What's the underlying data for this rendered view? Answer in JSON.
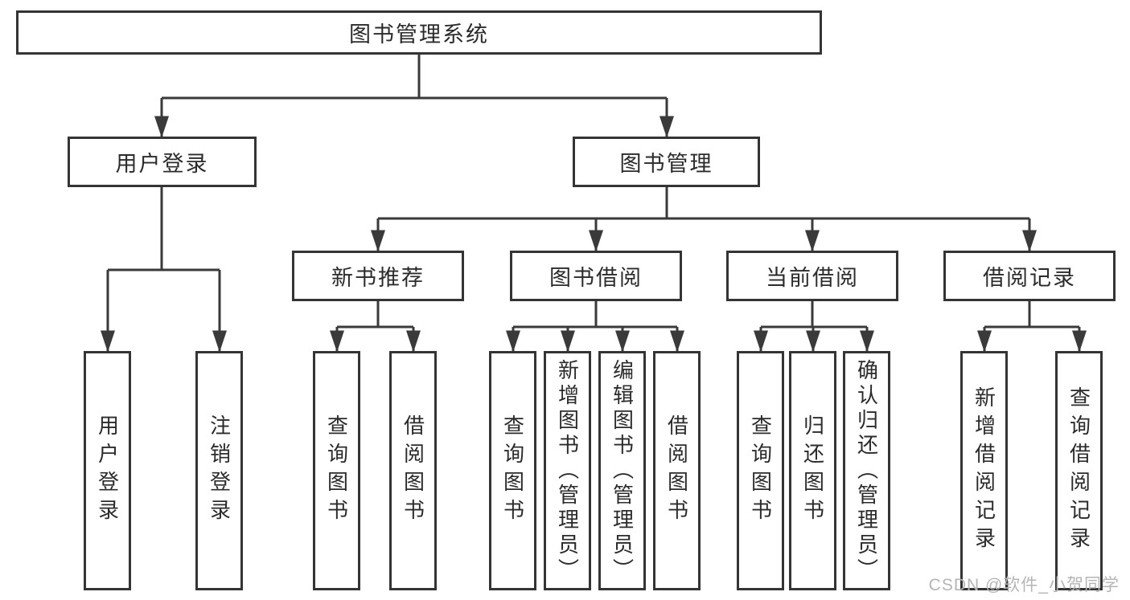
{
  "diagram": {
    "root": {
      "label": "图书管理系统"
    },
    "level2": [
      {
        "label": "用户登录"
      },
      {
        "label": "图书管理"
      }
    ],
    "level3": [
      {
        "label": "新书推荐"
      },
      {
        "label": "图书借阅"
      },
      {
        "label": "当前借阅"
      },
      {
        "label": "借阅记录"
      }
    ],
    "leaves": {
      "user": [
        {
          "label": "用户登录"
        },
        {
          "label": "注销登录"
        }
      ],
      "newbook": [
        {
          "label": "查询图书"
        },
        {
          "label": "借阅图书"
        }
      ],
      "borrow": [
        {
          "label": "查询图书"
        },
        {
          "label": "新增图书（管理员）"
        },
        {
          "label": "编辑图书（管理员）"
        },
        {
          "label": "借阅图书"
        }
      ],
      "current": [
        {
          "label": "查询图书"
        },
        {
          "label": "归还图书"
        },
        {
          "label": "确认归还（管理员）"
        }
      ],
      "records": [
        {
          "label": "新增借阅记录"
        },
        {
          "label": "查询借阅记录"
        }
      ]
    },
    "colors": {
      "line": "#3a3a3a",
      "border": "#343434",
      "text": "#2b2b2b",
      "watermark": "#b5b5b5",
      "background": "#ffffff"
    }
  },
  "watermark": {
    "text": "CSDN @软件_小贺同学"
  }
}
